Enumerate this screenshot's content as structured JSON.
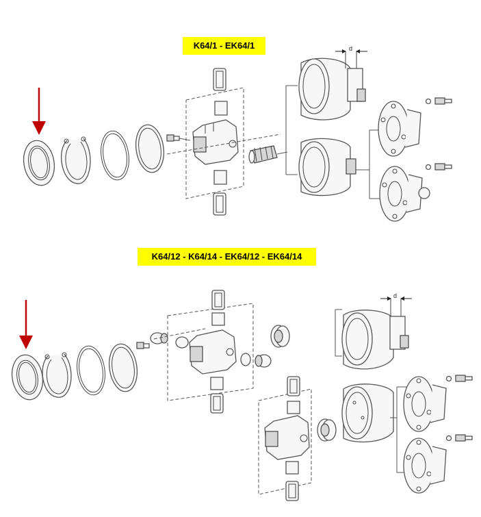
{
  "titles": {
    "top": "K64/1 - EK64/1",
    "bottom": "K64/12 - K64/14 - EK64/12 - EK64/14"
  },
  "dimension_label": "d",
  "colors": {
    "title_background": "#ffff00",
    "arrow": "#c00000",
    "line": "#555555"
  }
}
